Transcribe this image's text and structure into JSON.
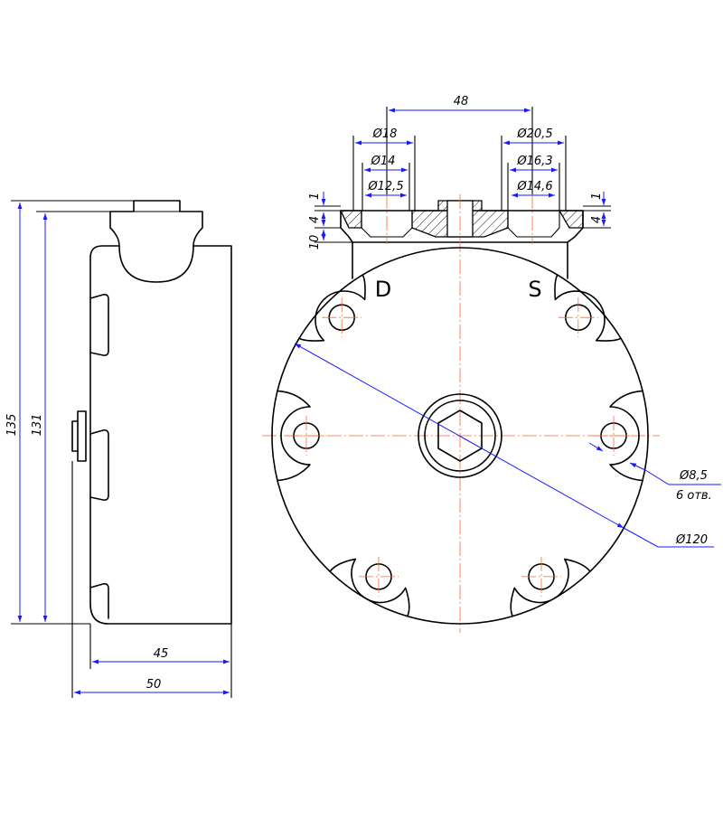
{
  "colors": {
    "dimension": "#1a1aff",
    "centerline": "#ff6a2a",
    "outline": "#000000"
  },
  "side_view": {
    "height_overall": "135",
    "height_body": "131",
    "width_body": "45",
    "width_overall": "50"
  },
  "top_section": {
    "port_spacing": "48",
    "d_port_dia_1": "Ø18",
    "d_port_dia_2": "Ø14",
    "d_port_dia_3": "Ø12,5",
    "s_port_dia_1": "Ø20,5",
    "s_port_dia_2": "Ø16,3",
    "s_port_dia_3": "Ø14,6",
    "left_step_1": "1",
    "left_step_4": "4",
    "left_step_10": "10",
    "right_step_1": "1",
    "right_step_4": "4"
  },
  "front_view": {
    "port_label_d": "D",
    "port_label_s": "S",
    "hole_dia": "Ø8,5",
    "hole_count": "6 отв.",
    "outer_dia": "Ø120"
  }
}
